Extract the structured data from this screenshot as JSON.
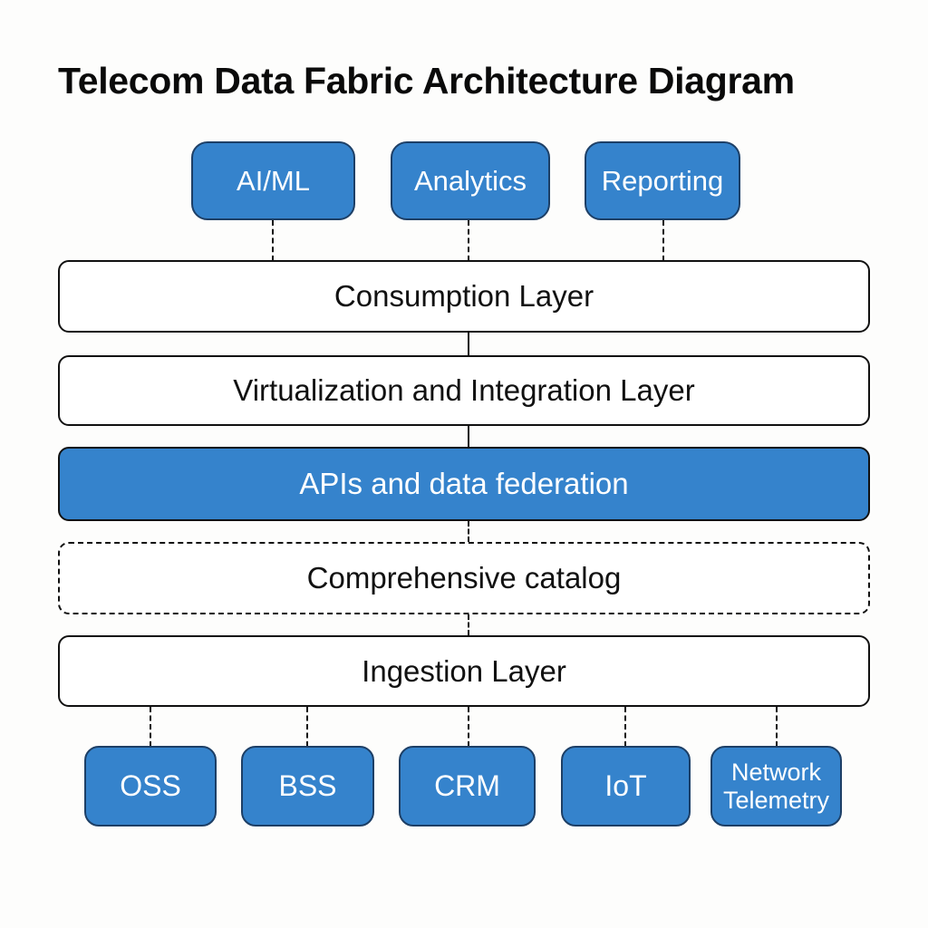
{
  "title": "Telecom Data Fabric Architecture Diagram",
  "consumers": [
    {
      "label": "AI/ML"
    },
    {
      "label": "Analytics"
    },
    {
      "label": "Reporting"
    }
  ],
  "layers": [
    {
      "label": "Consumption Layer",
      "style": "outlined"
    },
    {
      "label": "Virtualization and Integration Layer",
      "style": "outlined"
    },
    {
      "label": "APIs and data federation",
      "style": "filled"
    },
    {
      "label": "Comprehensive catalog",
      "style": "dashed"
    },
    {
      "label": "Ingestion Layer",
      "style": "outlined"
    }
  ],
  "sources": [
    {
      "label": "OSS"
    },
    {
      "label": "BSS"
    },
    {
      "label": "CRM"
    },
    {
      "label": "IoT"
    },
    {
      "label": "Network Telemetry"
    }
  ],
  "colors": {
    "accent": "#3583cc",
    "accent_border": "#1d3f66",
    "outline": "#111111",
    "background": "#fdfdfc"
  }
}
